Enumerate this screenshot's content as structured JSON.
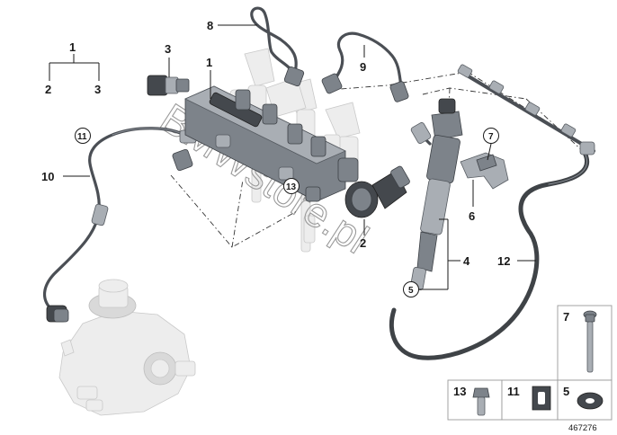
{
  "callouts": {
    "c1_top": "1",
    "c2_top": "2",
    "c3_top": "3",
    "c1_rail": "1",
    "c3_sensor": "3",
    "c8": "8",
    "c9": "9",
    "c10": "10",
    "c11": "11",
    "c13": "13",
    "c2_valve": "2",
    "c4": "4",
    "c5": "5",
    "c6": "6",
    "c7": "7",
    "c12": "12"
  },
  "parts_boxes": {
    "box7": "7",
    "box13": "13",
    "box11": "11",
    "box5": "5"
  },
  "watermark": "BMWstore.pl",
  "reference_number": "467276"
}
